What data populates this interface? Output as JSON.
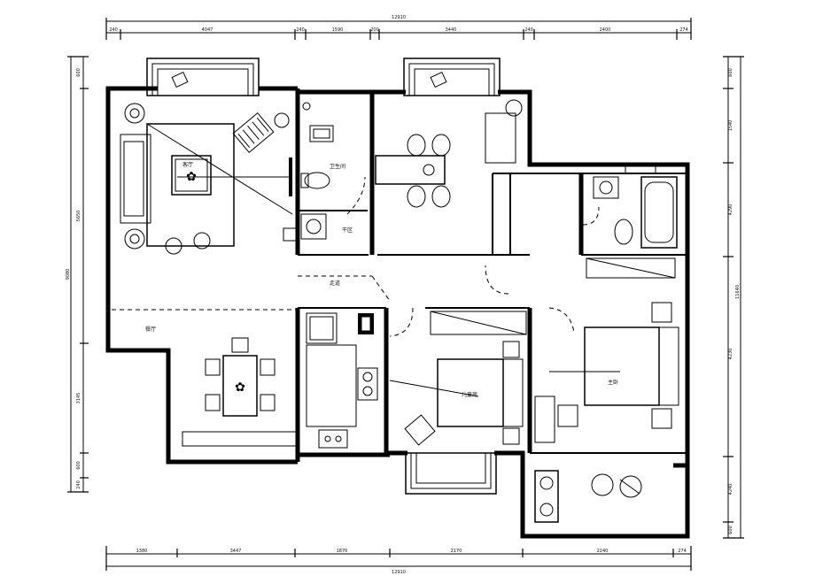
{
  "dimensions": {
    "top_total": "12910",
    "top_segments": [
      "240",
      "4047",
      "240",
      "1590",
      "200",
      "3440",
      "240",
      "2400",
      "274"
    ],
    "bottom_total": "12910",
    "bottom_segments": [
      "1380",
      "3447",
      "1870",
      "2170",
      "2240",
      "274"
    ],
    "left_total": "9080",
    "left_segments": [
      "600",
      "5650",
      "3145",
      "600",
      "240"
    ],
    "right_total": "11640",
    "right_segments": [
      "600",
      "1540",
      "4290",
      "4230",
      "4240",
      "600"
    ]
  },
  "rooms": {
    "living": "客厅",
    "bath1": "卫生间",
    "dry_area": "干区",
    "corridor": "走道",
    "dining": "餐厅",
    "kids_room": "儿童房",
    "master_bedroom": "主卧"
  },
  "footer_text": "???"
}
